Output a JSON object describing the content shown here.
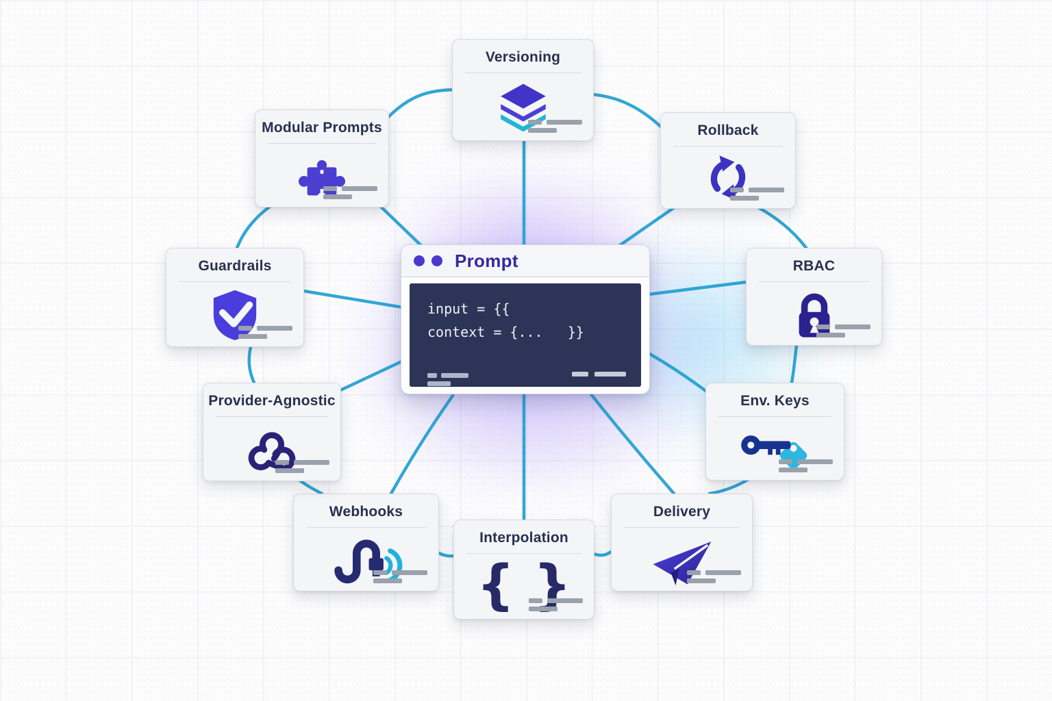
{
  "center": {
    "title": "Prompt",
    "code_line1": "input = {{",
    "code_line2": "context = {...   }}"
  },
  "nodes": [
    {
      "label": "Versioning",
      "icon": "layers-icon"
    },
    {
      "label": "Rollback",
      "icon": "rollback-arrows-icon"
    },
    {
      "label": "RBAC",
      "icon": "lock-icon"
    },
    {
      "label": "Env. Keys",
      "icon": "key-tag-icon"
    },
    {
      "label": "Delivery",
      "icon": "paper-plane-icon"
    },
    {
      "label": "Interpolation",
      "icon": "braces-icon",
      "glyph": "{ }"
    },
    {
      "label": "Webhooks",
      "icon": "hook-signal-icon"
    },
    {
      "label": "Provider-Agnostic",
      "icon": "knot-icon"
    },
    {
      "label": "Guardrails",
      "icon": "shield-check-icon"
    },
    {
      "label": "Modular Prompts",
      "icon": "puzzle-icon"
    }
  ],
  "colors": {
    "connection_line": "#1f9fd0",
    "accent_indigo": "#4338ca",
    "icon_navy": "#2a2673",
    "accent_cyan": "#1fb2dc",
    "card_title": "#28304e",
    "code_background": "#2c3457",
    "glow_purple": "#8b6ef7"
  }
}
